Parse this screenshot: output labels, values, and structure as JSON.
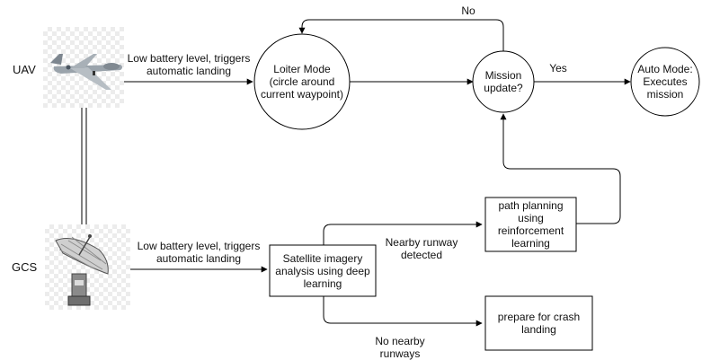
{
  "actors": {
    "uav": "UAV",
    "gcs": "GCS"
  },
  "nodes": {
    "loiter": "Loiter Mode\n(circle around\ncurrent waypoint)",
    "mission_update": "Mission\nupdate?",
    "auto_mode": "Auto Mode:\nExecutes\nmission",
    "satellite": "Satellite imagery\nanalysis using deep\nlearning",
    "path_planning": "path planning\nusing\nreinforcement\nlearning",
    "crash_landing": "prepare for crash\nlanding"
  },
  "edges": {
    "uav_trigger": "Low battery level, triggers\nautomatic landing",
    "gcs_trigger": "Low battery level, triggers\nautomatic landing",
    "no": "No",
    "yes": "Yes",
    "runway_detected": "Nearby runway\ndetected",
    "no_runways": "No nearby\nrunways"
  },
  "icons": {
    "uav_image": "drone-icon",
    "gcs_image": "satellite-dish-icon"
  },
  "colors": {
    "line": "#000000"
  }
}
